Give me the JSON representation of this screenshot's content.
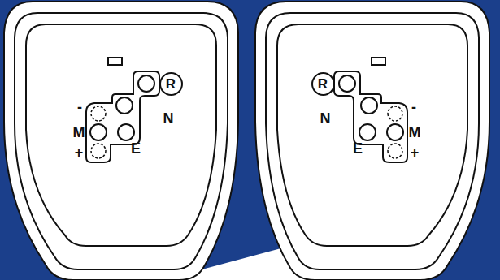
{
  "diagram": {
    "nodes": [
      {
        "text": [
          "R"
        ]
      },
      {
        "text": [
          "R"
        ]
      }
    ],
    "labels": [
      "-",
      "M",
      "+",
      "N",
      "E",
      "N",
      "-",
      "M",
      "+",
      "E"
    ]
  }
}
